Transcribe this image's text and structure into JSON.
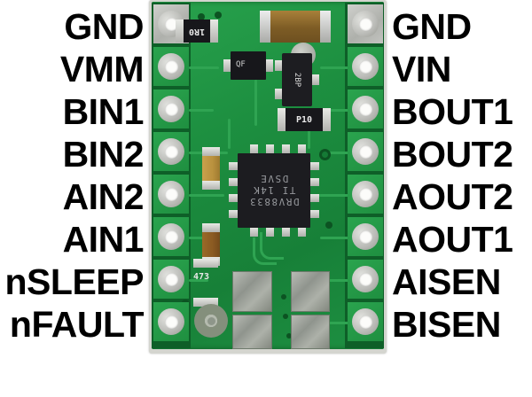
{
  "pins": {
    "left": [
      "GND",
      "VMM",
      "BIN1",
      "BIN2",
      "AIN2",
      "AIN1",
      "nSLEEP",
      "nFAULT"
    ],
    "right": [
      "GND",
      "VIN",
      "BOUT1",
      "BOUT2",
      "AOUT2",
      "AOUT1",
      "AISEN",
      "BISEN"
    ]
  },
  "board": {
    "ic_marking": [
      "DRV8833",
      "TI 14K",
      "DSVE"
    ],
    "markings": {
      "resistor_top": "1R0",
      "resistor_mid": "P10",
      "resistor_bottom": "473",
      "diode": "QF",
      "transistor": "2BP"
    }
  },
  "colors": {
    "background": "#ffffff",
    "label": "#000000",
    "pcb_green": "#1e9042",
    "pad_silver": "#c9cac6",
    "ic_body": "#1c1c20"
  }
}
